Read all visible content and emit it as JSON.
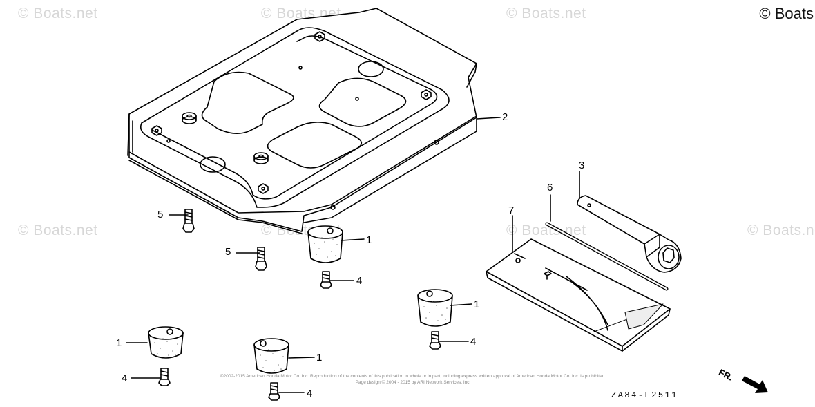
{
  "watermark": "© Boats.net",
  "corner_copyright": "© Boats",
  "diagram_code": "ZA84-F2511",
  "front_label": "FR.",
  "fine_print": [
    "©2002-2015 American Honda Motor Co. Inc. Reproduction of the contents of this publication in whole or in part, including express written approval of American Honda Motor Co. Inc. is prohibited.",
    "Page design © 2004 - 2015 by ARI Network Services, Inc."
  ],
  "callouts": {
    "c1a": "1",
    "c1b": "1",
    "c1c": "1",
    "c1d": "1",
    "c2": "2",
    "c3": "3",
    "c4a": "4",
    "c4b": "4",
    "c4c": "4",
    "c4d": "4",
    "c5a": "5",
    "c5b": "5",
    "c6": "6",
    "c7": "7"
  }
}
